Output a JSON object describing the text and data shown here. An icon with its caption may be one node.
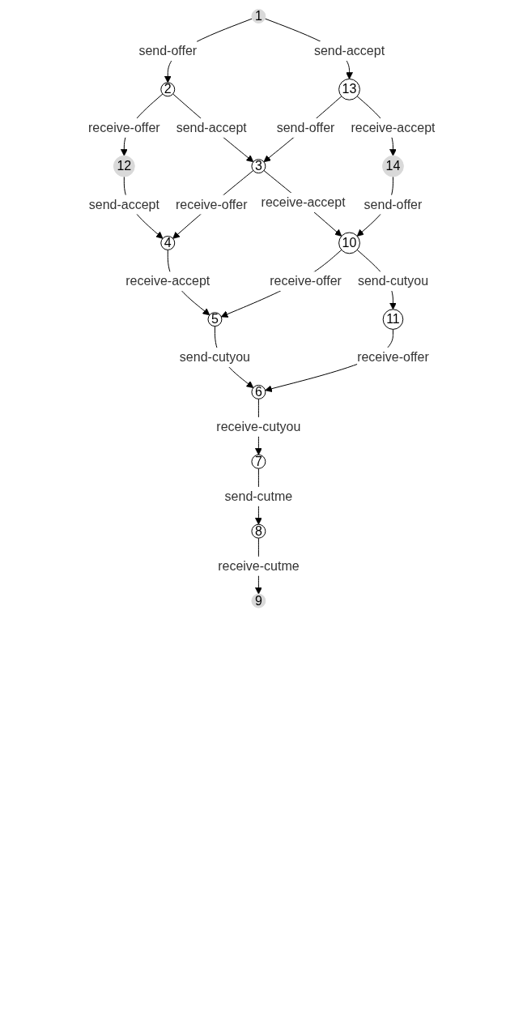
{
  "diagram": {
    "nodes": [
      {
        "text": [
          "1"
        ]
      },
      {
        "text": [
          "2"
        ]
      },
      {
        "text": [
          "13"
        ]
      },
      {
        "text": [
          "12"
        ]
      },
      {
        "text": [
          "3"
        ]
      },
      {
        "text": [
          "14"
        ]
      },
      {
        "text": [
          "4"
        ]
      },
      {
        "text": [
          "10"
        ]
      },
      {
        "text": [
          "5"
        ]
      },
      {
        "text": [
          "11"
        ]
      },
      {
        "text": [
          "6"
        ]
      },
      {
        "text": [
          "7"
        ]
      },
      {
        "text": [
          "8"
        ]
      },
      {
        "text": [
          "9"
        ]
      }
    ],
    "edges": [
      {
        "from": 0,
        "to": 1,
        "arrow": "to",
        "label": "send-offer"
      },
      {
        "from": 0,
        "to": 2,
        "arrow": "to",
        "label": "send-accept"
      },
      {
        "from": 1,
        "to": 3,
        "arrow": "to",
        "label": "receive-offer"
      },
      {
        "from": 1,
        "to": 4,
        "arrow": "to",
        "label": "send-accept"
      },
      {
        "from": 2,
        "to": 4,
        "arrow": "to",
        "label": "send-offer"
      },
      {
        "from": 2,
        "to": 5,
        "arrow": "to",
        "label": "receive-accept"
      },
      {
        "from": 3,
        "to": 6,
        "arrow": "to",
        "label": "send-accept"
      },
      {
        "from": 4,
        "to": 6,
        "arrow": "to",
        "label": "receive-offer"
      },
      {
        "from": 4,
        "to": 7,
        "arrow": "to",
        "label": "receive-accept"
      },
      {
        "from": 5,
        "to": 7,
        "arrow": "to",
        "label": "send-offer"
      },
      {
        "from": 6,
        "to": 8,
        "arrow": "to",
        "label": "receive-accept"
      },
      {
        "from": 7,
        "to": 8,
        "arrow": "to",
        "label": "receive-offer"
      },
      {
        "from": 7,
        "to": 9,
        "arrow": "to",
        "label": "send-cutyou"
      },
      {
        "from": 8,
        "to": 10,
        "arrow": "to",
        "label": "send-cutyou"
      },
      {
        "from": 9,
        "to": 10,
        "arrow": "to",
        "label": "receive-offer"
      },
      {
        "from": 10,
        "to": 11,
        "arrow": "to",
        "label": "receive-cutyou"
      },
      {
        "from": 11,
        "to": 12,
        "arrow": "to",
        "label": "send-cutme"
      },
      {
        "from": 12,
        "to": 13,
        "arrow": "to",
        "label": "receive-cutme"
      }
    ]
  }
}
